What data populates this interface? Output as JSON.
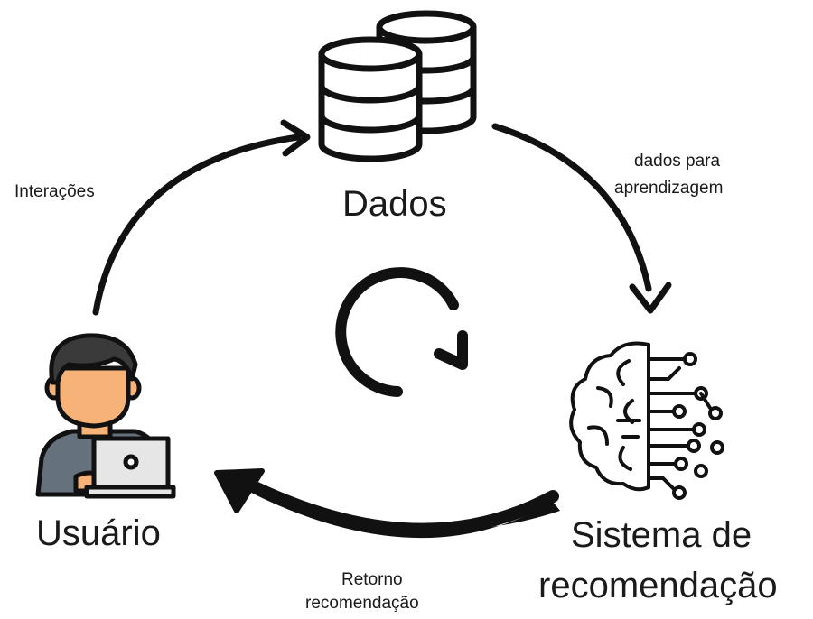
{
  "nodes": {
    "data": {
      "label": "Dados"
    },
    "system": {
      "label_line1": "Sistema de",
      "label_line2": "recomendação"
    },
    "user": {
      "label": "Usuário"
    }
  },
  "edges": {
    "interactions": {
      "label": "Interações"
    },
    "training": {
      "label_line1": "dados para",
      "label_line2": "aprendizagem"
    },
    "feedback": {
      "label_line1": "Retorno",
      "label_line2": "recomendação"
    }
  },
  "colors": {
    "stroke": "#111111",
    "skin": "#F7B377",
    "hair": "#3A3A3A",
    "shirt": "#65717C",
    "laptop": "#E6E6E6",
    "background": "#FFFFFF"
  }
}
